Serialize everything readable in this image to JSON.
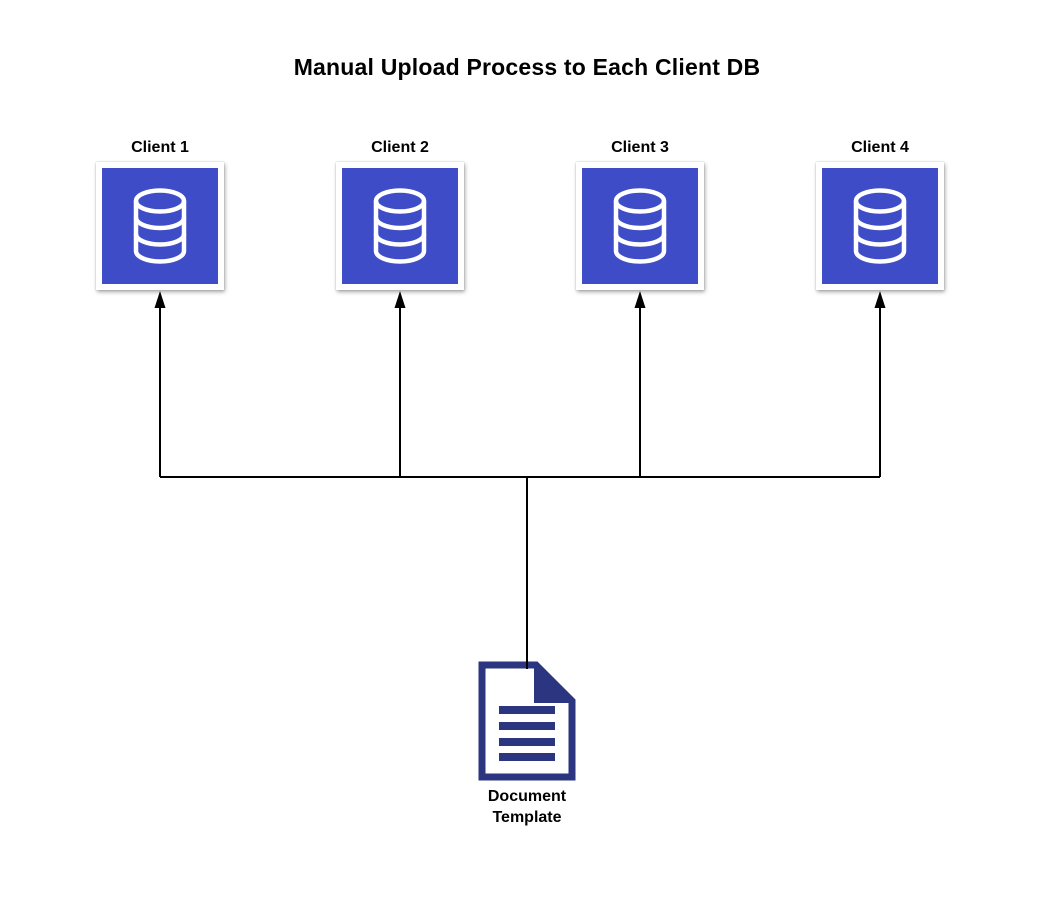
{
  "title": "Manual Upload Process to Each Client DB",
  "clients": [
    {
      "label": "Client 1",
      "icon": "database-icon"
    },
    {
      "label": "Client 2",
      "icon": "database-icon"
    },
    {
      "label": "Client 3",
      "icon": "database-icon"
    },
    {
      "label": "Client 4",
      "icon": "database-icon"
    }
  ],
  "document_template": {
    "label_lines": [
      "Document",
      "Template"
    ],
    "icon": "document-icon"
  },
  "connections": {
    "from": "Document Template",
    "to": [
      "Client 1",
      "Client 2",
      "Client 3",
      "Client 4"
    ],
    "arrow_direction": "upward into each client box"
  },
  "colors": {
    "client_box_fill": "#3F4CC7",
    "client_box_border": "#FFFFFF",
    "database_icon_stroke": "#FFFFFF",
    "document_icon_color": "#2B3580",
    "connector_color": "#000000",
    "text_color": "#000000",
    "background": "#FFFFFF"
  }
}
